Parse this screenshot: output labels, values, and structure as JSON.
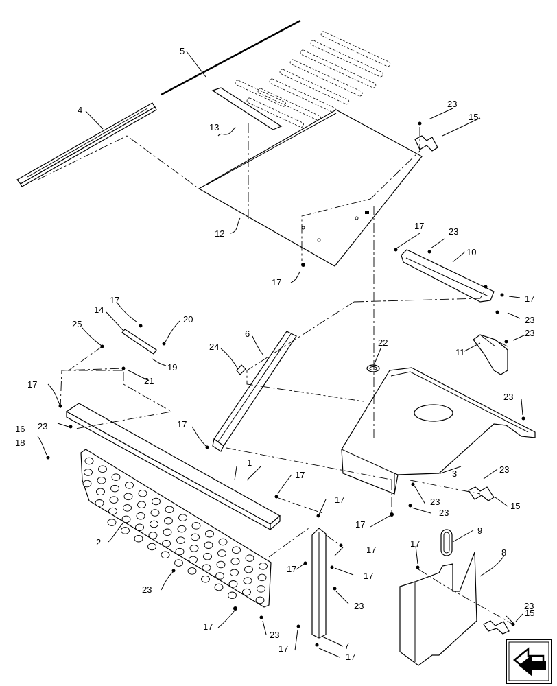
{
  "callouts": {
    "c1": "1",
    "c2": "2",
    "c3": "3",
    "c4": "4",
    "c5": "5",
    "c6": "6",
    "c7": "7",
    "c8": "8",
    "c9": "9",
    "c10": "10",
    "c11": "11",
    "c12": "12",
    "c13": "13",
    "c14": "14",
    "c15": "15",
    "c16": "16",
    "c17": "17",
    "c18": "18",
    "c19": "19",
    "c20": "20",
    "c21": "21",
    "c22": "22",
    "c23": "23",
    "c24": "24",
    "c25": "25"
  },
  "nav_icon": "next-page-arrow-icon"
}
